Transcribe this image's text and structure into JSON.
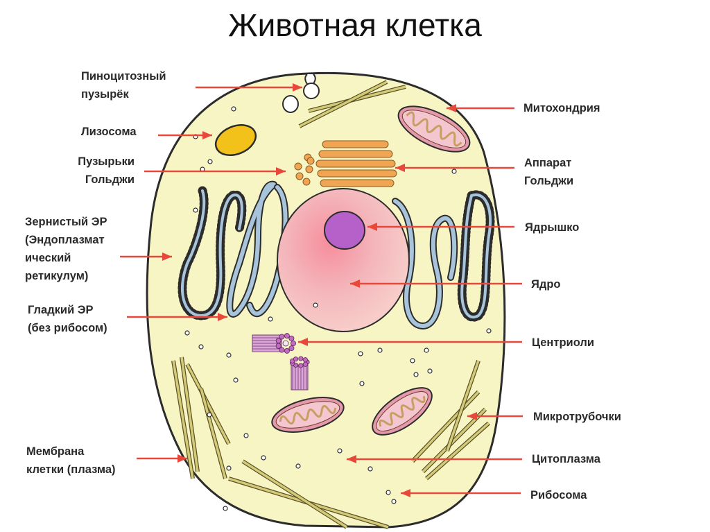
{
  "title": "Животная клетка",
  "labels": {
    "pinocytic": [
      "Пиноцитозный",
      "пузырёк"
    ],
    "lysosome": [
      "Лизосома"
    ],
    "golgi_vesicles": [
      "Пузырьки",
      "Гольджи"
    ],
    "rough_er": [
      "Зернистый ЭР",
      "(Эндоплазмат",
      "ический",
      "ретикулум)"
    ],
    "smooth_er": [
      "Гладкий ЭР",
      "(без рибосом)"
    ],
    "membrane": [
      "Мембрана",
      "клетки (плазма)"
    ],
    "mitochondria": [
      "Митохондрия"
    ],
    "golgi": [
      "Аппарат",
      "Гольджи"
    ],
    "nucleolus": [
      "Ядрышко"
    ],
    "nucleus": [
      "Ядро"
    ],
    "centrioles": [
      "Центриоли"
    ],
    "microtubules": [
      "Микротрубочки"
    ],
    "cytoplasm": [
      "Цитоплазма"
    ],
    "ribosome": [
      "Рибосома"
    ]
  },
  "colors": {
    "cytoplasm": "#f8f5c4",
    "outline": "#2c2c2c",
    "arrow": "#e8483a",
    "lysosome": "#f2c21a",
    "golgi": "#f0a553",
    "nucleus": "#f2b0b6",
    "nucleolus": "#b561c9",
    "mitochondria_outer": "#e49aaa",
    "mitochondria_inner": "#c79e62",
    "er": "#a8c4da",
    "microtubule": "#d3cb78",
    "centriole": "#d9a6d6"
  }
}
